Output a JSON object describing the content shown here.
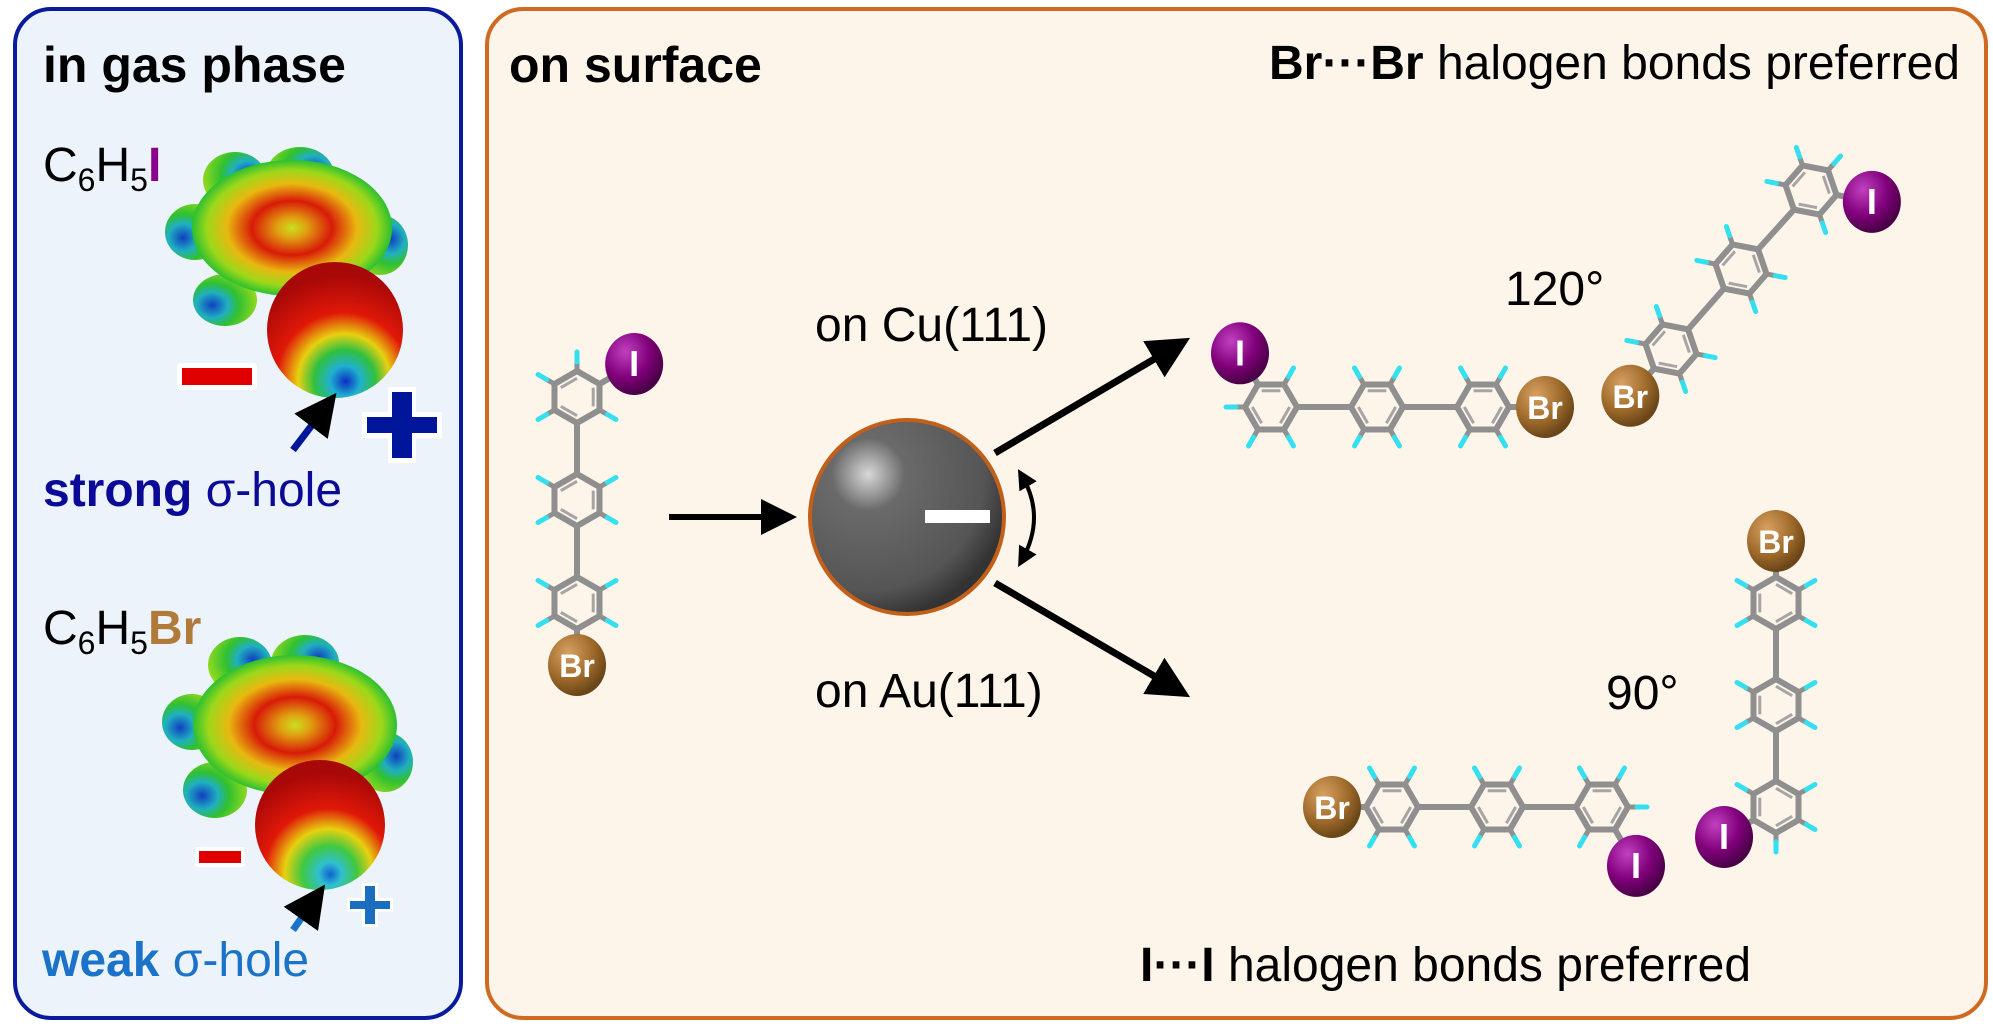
{
  "left_panel": {
    "title": "in gas phase",
    "iodo": {
      "c": "C",
      "c_sub": "6",
      "h": "H",
      "h_sub": "5",
      "x": "I",
      "x_color": "#8b008b"
    },
    "iodo_minus": "−",
    "iodo_plus": "+",
    "strong_word": "strong",
    "strong_rest": " σ-hole",
    "bromo": {
      "c": "C",
      "c_sub": "6",
      "h": "H",
      "h_sub": "5",
      "x": "Br",
      "x_color": "#b07a3a"
    },
    "bromo_minus": "−",
    "bromo_plus": "+",
    "weak_word": "weak",
    "weak_rest": " σ-hole"
  },
  "right_panel": {
    "title": "on surface",
    "top_bold": "Br···Br",
    "top_rest": " halogen bonds preferred",
    "cu_label": "on Cu(111)",
    "au_label": "on Au(111)",
    "angle_cu": "120°",
    "angle_au": "90°",
    "bottom_bold": "I···I",
    "bottom_rest": " halogen bonds preferred",
    "surface_sign": "−"
  },
  "atoms": {
    "iodine": "I",
    "bromine": "Br"
  },
  "colors": {
    "iodine": "#8b008b",
    "bromine": "#a8732f",
    "strong": "#0a0a96",
    "weak": "#1a73c8",
    "carbon": "#8f8f8f",
    "hydrogen": "#33e0f0",
    "left_border": "#0a1a9c",
    "right_border": "#d06a20"
  }
}
